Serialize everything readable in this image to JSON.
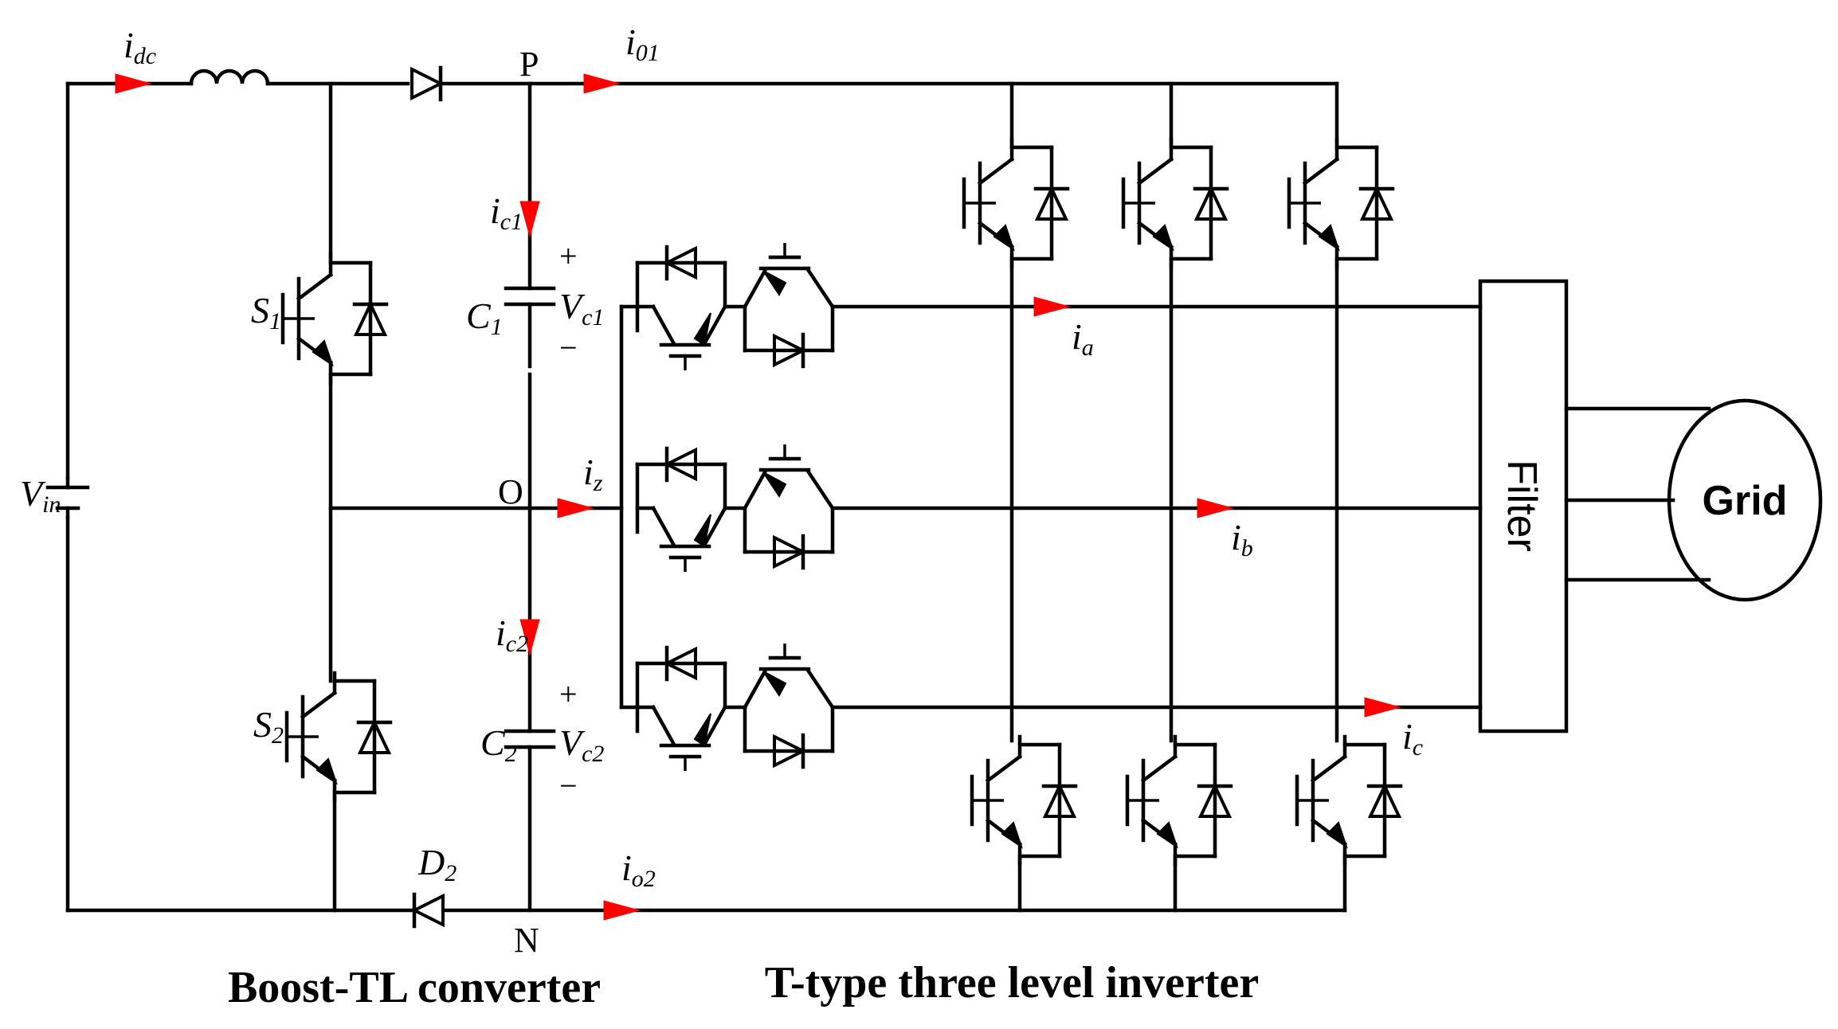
{
  "labels": {
    "idc": "i",
    "idc_sub": "dc",
    "io1": "i",
    "io1_sub": "01",
    "io2": "i",
    "io2_sub": "o2",
    "ic1": "i",
    "ic1_sub": "c1",
    "ic2": "i",
    "ic2_sub": "c2",
    "iz": "i",
    "iz_sub": "z",
    "ia": "i",
    "ia_sub": "a",
    "ib": "i",
    "ib_sub": "b",
    "ic": "i",
    "ic_sub": "c",
    "vin": "V",
    "vin_sub": "in",
    "s1": "S",
    "s1_sub": "1",
    "s2": "S",
    "s2_sub": "2",
    "c1": "C",
    "c1_sub": "1",
    "c2": "C",
    "c2_sub": "2",
    "vc1": "V",
    "vc1_sub": "c1",
    "vc2": "V",
    "vc2_sub": "c2",
    "d2": "D",
    "d2_sub": "2",
    "node_p": "P",
    "node_o": "O",
    "node_n": "N",
    "plus": "+",
    "minus": "−"
  },
  "blocks": {
    "filter": "Filter",
    "grid": "Grid"
  },
  "captions": {
    "left": "Boost-TL converter",
    "right": "T-type three level inverter"
  },
  "colors": {
    "wire": "#000000",
    "current_arrow": "#ff0000"
  }
}
